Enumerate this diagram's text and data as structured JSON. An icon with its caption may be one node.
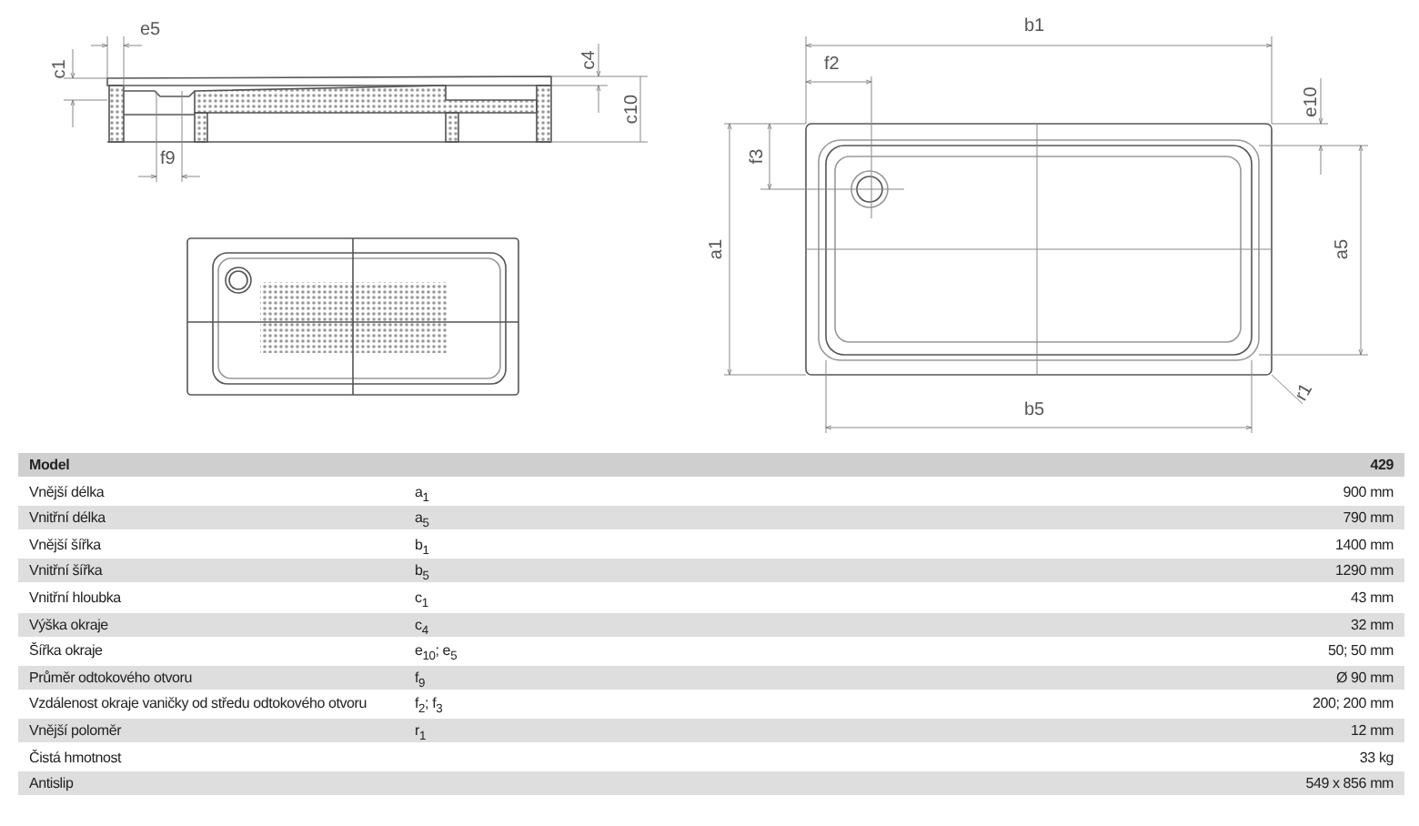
{
  "diagram": {
    "labels": [
      "e5",
      "c1",
      "c4",
      "c10",
      "f9",
      "b1",
      "f2",
      "e10",
      "f3",
      "a1",
      "a5",
      "r1",
      "b5",
      "Model",
      "429",
      "Vnější délka",
      "a$_{1}$",
      "900 mm",
      "Vnitřní délka",
      "a$_{5}$",
      "790 mm",
      "Vnější šířka",
      "b$_{1}$",
      "1400 mm",
      "Vnitřní šířka",
      "b$_{5}$",
      "1290 mm",
      "Vnitřní hloubka",
      "c$_{1}$",
      "43 mm",
      "Výška okraje",
      "c$_{4}$",
      "32 mm",
      "Šířka okraje",
      "e$_{10}$; e$_{5}$",
      "50; 50 mm",
      "Průměr odtokového otvoru",
      "f$_{9}$",
      "Ø 90 mm",
      "Vzdálenost okraje vaničky od středu odtokového otvoru",
      "f$_{2}$; f$_{3}$",
      "200; 200 mm",
      "Vnější poloměr",
      "r$_{1}$",
      "12 mm",
      "Čistá hmotnost",
      "33 kg",
      "Antislip",
      "549 x 856 mm"
    ]
  }
}
